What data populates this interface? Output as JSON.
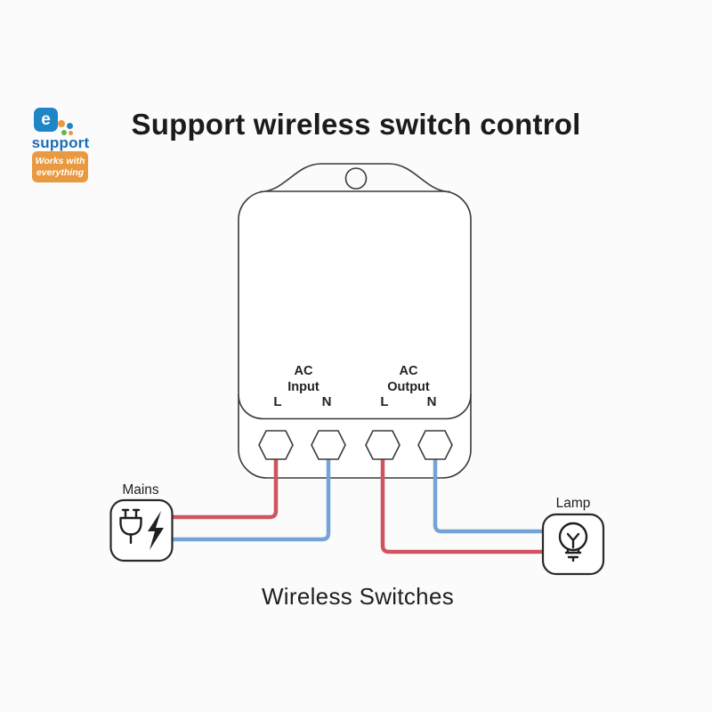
{
  "badge": {
    "e_square_label": "e",
    "brand_text": "support",
    "tagline_line1": "Works with",
    "tagline_line2": "everything",
    "colors": {
      "blue": "#1e86c7",
      "dark_blue": "#1a6fb5",
      "orange": "#e9993f",
      "green": "#6fae4e"
    }
  },
  "title": "Support wireless switch control",
  "device": {
    "ac_input": {
      "line1": "AC",
      "line2": "Input",
      "terminal_l": "L",
      "terminal_n": "N"
    },
    "ac_output": {
      "line1": "AC",
      "line2": "Output",
      "terminal_l": "L",
      "terminal_n": "N"
    }
  },
  "mains_label": "Mains",
  "lamp_label": "Lamp",
  "caption": "Wireless Switches",
  "wires": {
    "live_color": "#d05460",
    "neutral_color": "#76a3d6",
    "connections": [
      {
        "from": "AC Input L",
        "to": "Mains",
        "type": "live"
      },
      {
        "from": "AC Input N",
        "to": "Mains",
        "type": "neutral"
      },
      {
        "from": "AC Output L",
        "to": "Lamp",
        "type": "live"
      },
      {
        "from": "AC Output N",
        "to": "Lamp",
        "type": "neutral"
      }
    ]
  }
}
